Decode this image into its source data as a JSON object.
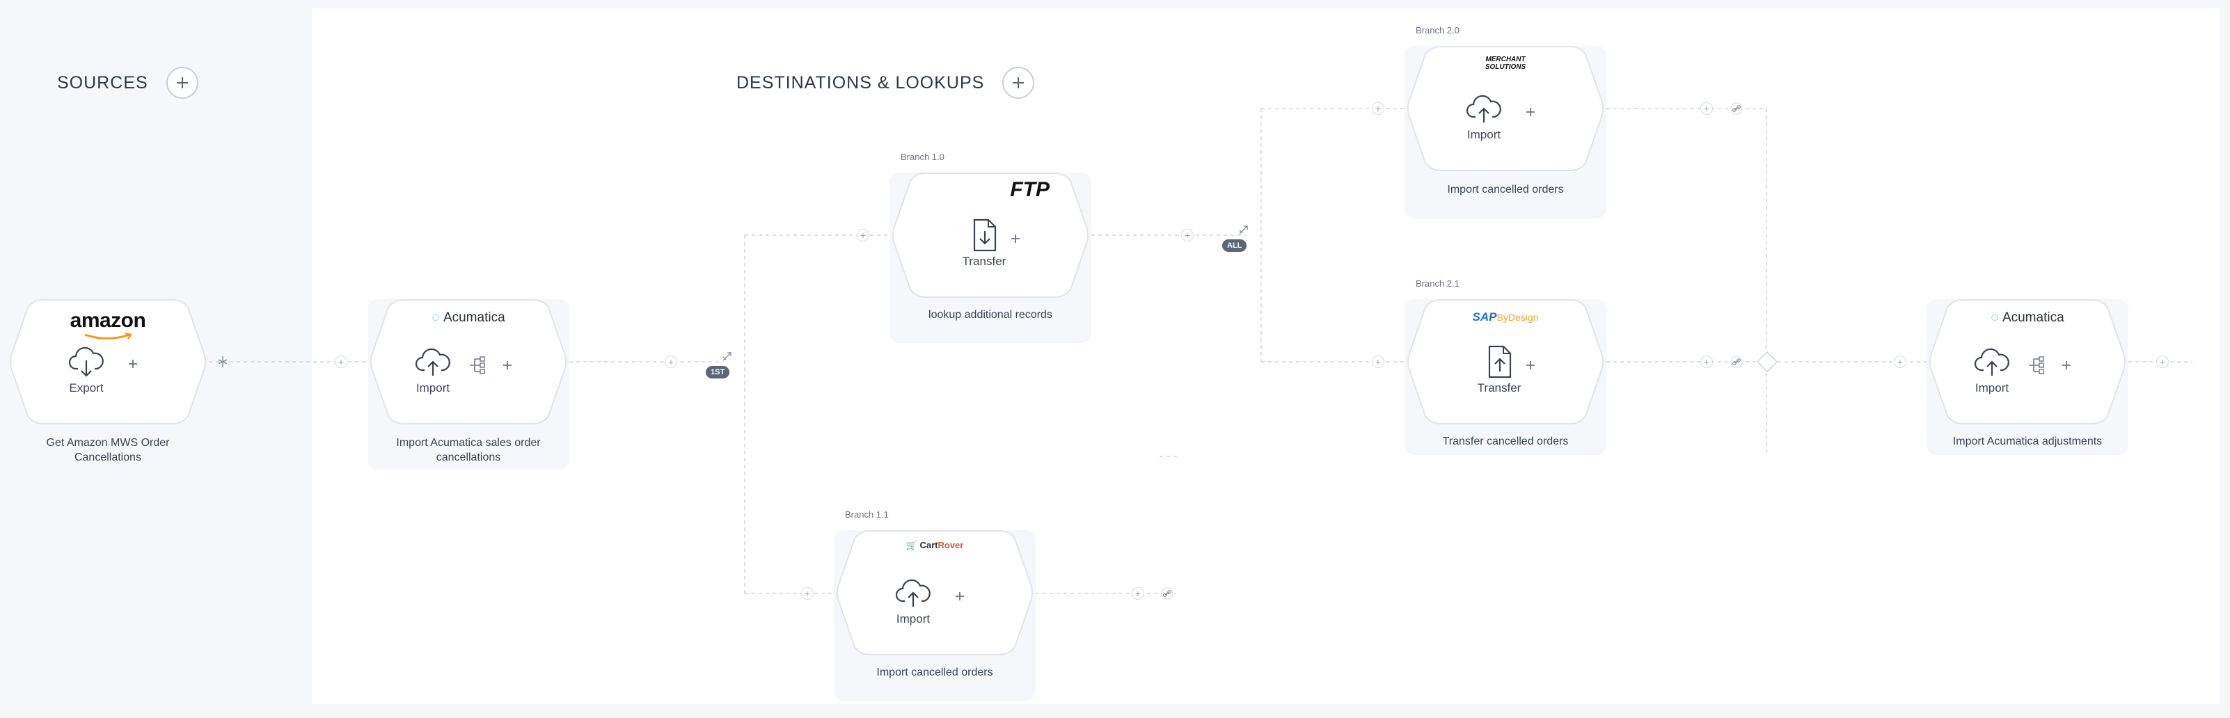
{
  "headers": {
    "sources": "SOURCES",
    "destinations": "DESTINATIONS & LOOKUPS"
  },
  "badges": {
    "first": "1ST",
    "all": "ALL"
  },
  "cards": {
    "amazon": {
      "logo": "amazon",
      "action": "Export",
      "icon": "cloud-download-icon",
      "description": "Get Amazon MWS Order Cancellations"
    },
    "acumatica1": {
      "logo": "Acumatica",
      "action": "Import",
      "icon": "cloud-upload-icon",
      "description": "Import Acumatica sales order cancellations"
    },
    "ftp": {
      "branch": "Branch 1.0",
      "logo": "FTP",
      "action": "Transfer",
      "icon": "file-download-icon",
      "description": "lookup additional records"
    },
    "cartrover": {
      "branch": "Branch 1.1",
      "logo_prefix": "Cart",
      "logo_suffix": "Rover",
      "action": "Import",
      "icon": "cloud-upload-icon",
      "description": "Import cancelled orders"
    },
    "merchant": {
      "branch": "Branch 2.0",
      "logo_line1": "MERCHANT",
      "logo_line2": "SOLUTIONS",
      "action": "Import",
      "icon": "cloud-upload-icon",
      "description": "Import cancelled orders"
    },
    "sap": {
      "branch": "Branch 2.1",
      "logo_prefix": "SAP",
      "logo_suffix": "ByDesign",
      "action": "Transfer",
      "icon": "file-upload-icon",
      "description": "Transfer cancelled orders"
    },
    "acumatica2": {
      "logo": "Acumatica",
      "action": "Import",
      "icon": "cloud-upload-icon",
      "description": "Import Acumatica adjustments"
    }
  },
  "colors": {
    "canvas": "#ffffff",
    "background": "#f6f7fb",
    "amazon_orange": "#f29a1f",
    "acumatica_blue": "#3aa3dc",
    "cartrover_red": "#c85a3a",
    "sap_blue": "#1b73c2",
    "sap_orange": "#f0a43a",
    "badge": "#5d6677"
  }
}
